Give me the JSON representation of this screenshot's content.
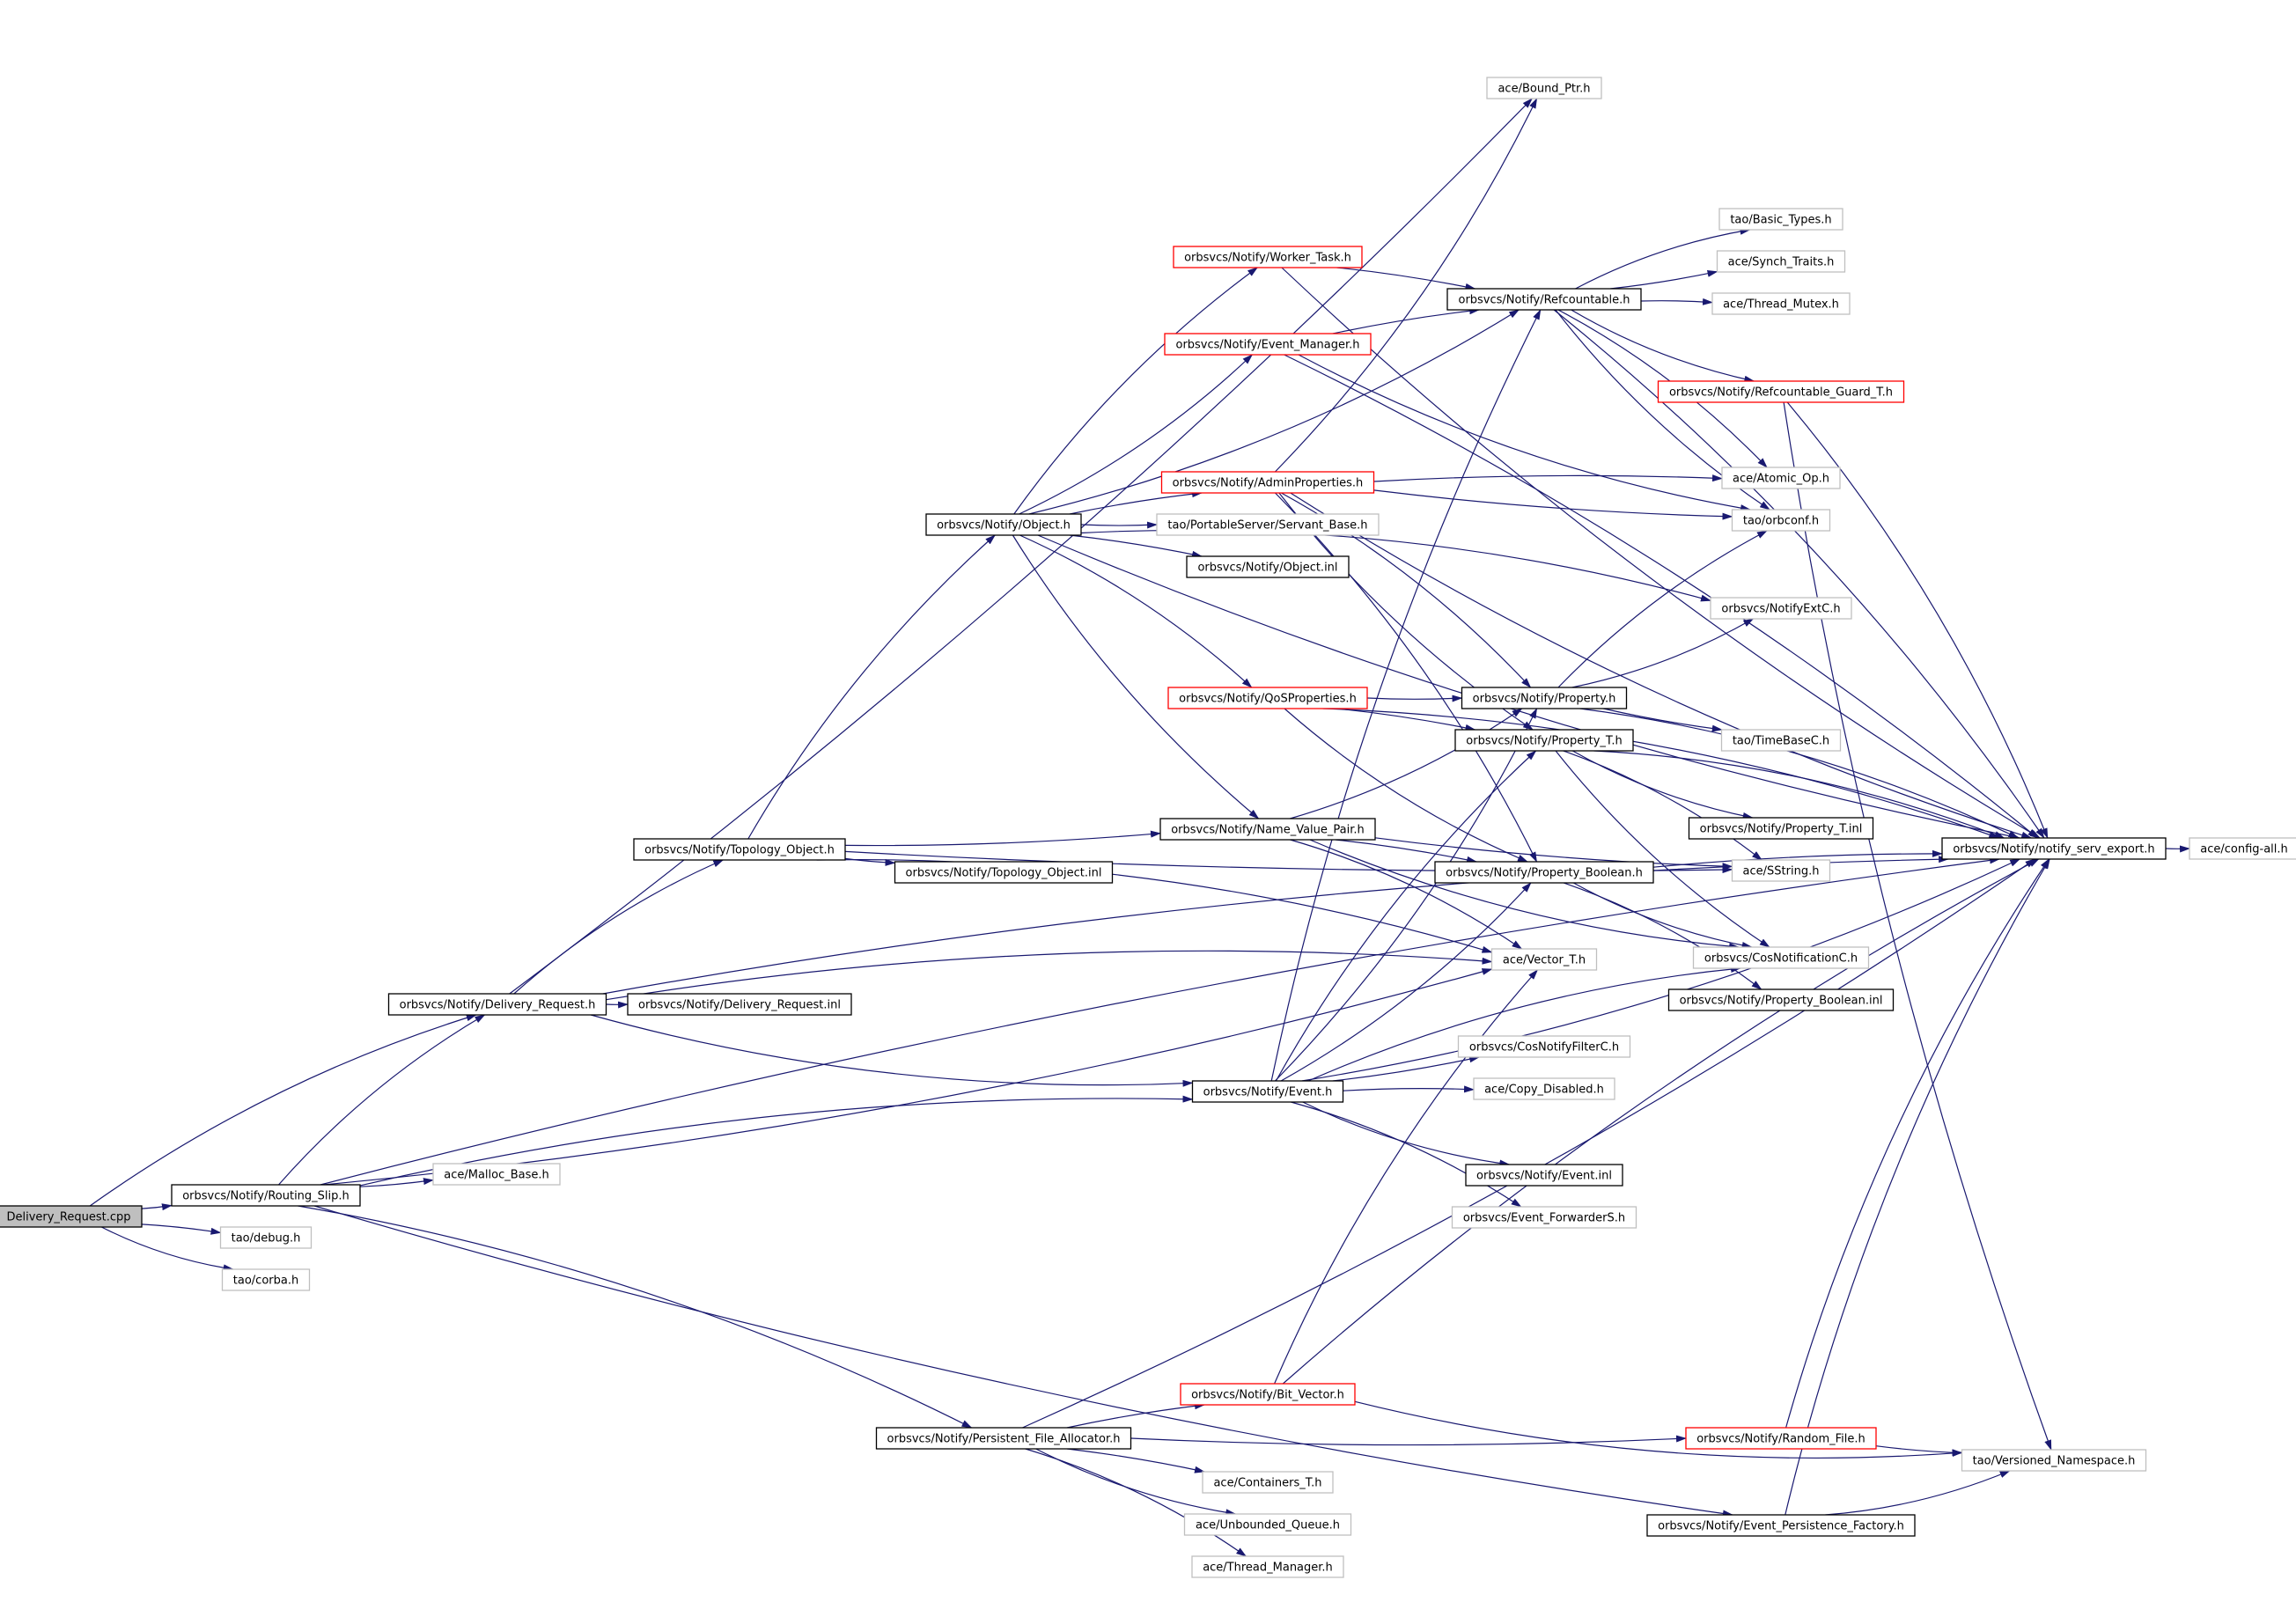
{
  "colors": {
    "edge": "#191970",
    "box_default": "#bfbfbf",
    "box_documented": "#000000",
    "box_truncated": "#ff0000",
    "root_fill": "#bfbfbf",
    "node_fill": "#ffffff",
    "text": "#000000"
  },
  "nodes": [
    {
      "id": "root",
      "label": "Delivery_Request.cpp",
      "style": "root"
    },
    {
      "id": "delivery_h",
      "label": "orbsvcs/Notify/Delivery_Request.h",
      "style": "documented"
    },
    {
      "id": "routing_slip",
      "label": "orbsvcs/Notify/Routing_Slip.h",
      "style": "documented"
    },
    {
      "id": "tao_debug",
      "label": "tao/debug.h",
      "style": "default"
    },
    {
      "id": "tao_corba",
      "label": "tao/corba.h",
      "style": "default"
    },
    {
      "id": "malloc_base",
      "label": "ace/Malloc_Base.h",
      "style": "default"
    },
    {
      "id": "delivery_inl",
      "label": "orbsvcs/Notify/Delivery_Request.inl",
      "style": "documented"
    },
    {
      "id": "topology_object",
      "label": "orbsvcs/Notify/Topology_Object.h",
      "style": "documented"
    },
    {
      "id": "topology_inl",
      "label": "orbsvcs/Notify/Topology_Object.inl",
      "style": "documented"
    },
    {
      "id": "object_h",
      "label": "orbsvcs/Notify/Object.h",
      "style": "documented"
    },
    {
      "id": "object_inl",
      "label": "orbsvcs/Notify/Object.inl",
      "style": "documented"
    },
    {
      "id": "servant_base",
      "label": "tao/PortableServer/Servant_Base.h",
      "style": "default"
    },
    {
      "id": "admin_props",
      "label": "orbsvcs/Notify/AdminProperties.h",
      "style": "truncated"
    },
    {
      "id": "event_manager",
      "label": "orbsvcs/Notify/Event_Manager.h",
      "style": "truncated"
    },
    {
      "id": "worker_task",
      "label": "orbsvcs/Notify/Worker_Task.h",
      "style": "truncated"
    },
    {
      "id": "bound_ptr",
      "label": "ace/Bound_Ptr.h",
      "style": "default"
    },
    {
      "id": "refcountable",
      "label": "orbsvcs/Notify/Refcountable.h",
      "style": "documented"
    },
    {
      "id": "basic_types",
      "label": "tao/Basic_Types.h",
      "style": "default"
    },
    {
      "id": "synch_traits",
      "label": "ace/Synch_Traits.h",
      "style": "default"
    },
    {
      "id": "thread_mutex",
      "label": "ace/Thread_Mutex.h",
      "style": "default"
    },
    {
      "id": "ref_guard",
      "label": "orbsvcs/Notify/Refcountable_Guard_T.h",
      "style": "truncated"
    },
    {
      "id": "atomic_op",
      "label": "ace/Atomic_Op.h",
      "style": "default"
    },
    {
      "id": "orbconf",
      "label": "tao/orbconf.h",
      "style": "default"
    },
    {
      "id": "notifyextc",
      "label": "orbsvcs/NotifyExtC.h",
      "style": "default"
    },
    {
      "id": "qos_props",
      "label": "orbsvcs/Notify/QoSProperties.h",
      "style": "truncated"
    },
    {
      "id": "property_h",
      "label": "orbsvcs/Notify/Property.h",
      "style": "documented"
    },
    {
      "id": "timebasec",
      "label": "tao/TimeBaseC.h",
      "style": "default"
    },
    {
      "id": "property_t",
      "label": "orbsvcs/Notify/Property_T.h",
      "style": "documented"
    },
    {
      "id": "property_t_inl",
      "label": "orbsvcs/Notify/Property_T.inl",
      "style": "documented"
    },
    {
      "id": "name_value_pair",
      "label": "orbsvcs/Notify/Name_Value_Pair.h",
      "style": "documented"
    },
    {
      "id": "sstring",
      "label": "ace/SString.h",
      "style": "default"
    },
    {
      "id": "property_boolean",
      "label": "orbsvcs/Notify/Property_Boolean.h",
      "style": "documented"
    },
    {
      "id": "notify_serv_export",
      "label": "orbsvcs/Notify/notify_serv_export.h",
      "style": "documented"
    },
    {
      "id": "config_all",
      "label": "ace/config-all.h",
      "style": "default"
    },
    {
      "id": "cosnotificationc",
      "label": "orbsvcs/CosNotificationC.h",
      "style": "default"
    },
    {
      "id": "vector_t",
      "label": "ace/Vector_T.h",
      "style": "default"
    },
    {
      "id": "property_boolean_inl",
      "label": "orbsvcs/Notify/Property_Boolean.inl",
      "style": "documented"
    },
    {
      "id": "event_h",
      "label": "orbsvcs/Notify/Event.h",
      "style": "documented"
    },
    {
      "id": "cosnotifyfilterc",
      "label": "orbsvcs/CosNotifyFilterC.h",
      "style": "default"
    },
    {
      "id": "copy_disabled",
      "label": "ace/Copy_Disabled.h",
      "style": "default"
    },
    {
      "id": "event_inl",
      "label": "orbsvcs/Notify/Event.inl",
      "style": "documented"
    },
    {
      "id": "event_forwarders",
      "label": "orbsvcs/Event_ForwarderS.h",
      "style": "default"
    },
    {
      "id": "persistent_alloc",
      "label": "orbsvcs/Notify/Persistent_File_Allocator.h",
      "style": "documented"
    },
    {
      "id": "bit_vector",
      "label": "orbsvcs/Notify/Bit_Vector.h",
      "style": "truncated"
    },
    {
      "id": "random_file",
      "label": "orbsvcs/Notify/Random_File.h",
      "style": "truncated"
    },
    {
      "id": "versioned_ns",
      "label": "tao/Versioned_Namespace.h",
      "style": "default"
    },
    {
      "id": "containers_t",
      "label": "ace/Containers_T.h",
      "style": "default"
    },
    {
      "id": "unbounded_queue",
      "label": "ace/Unbounded_Queue.h",
      "style": "default"
    },
    {
      "id": "thread_manager",
      "label": "ace/Thread_Manager.h",
      "style": "default"
    },
    {
      "id": "event_persistence",
      "label": "orbsvcs/Notify/Event_Persistence_Factory.h",
      "style": "documented"
    }
  ],
  "edges": [
    [
      "root",
      "delivery_h"
    ],
    [
      "root",
      "routing_slip"
    ],
    [
      "root",
      "tao_debug"
    ],
    [
      "root",
      "tao_corba"
    ],
    [
      "routing_slip",
      "delivery_h"
    ],
    [
      "routing_slip",
      "malloc_base"
    ],
    [
      "routing_slip",
      "event_h"
    ],
    [
      "routing_slip",
      "vector_t"
    ],
    [
      "routing_slip",
      "persistent_alloc"
    ],
    [
      "routing_slip",
      "event_persistence"
    ],
    [
      "routing_slip",
      "notify_serv_export"
    ],
    [
      "delivery_h",
      "delivery_inl"
    ],
    [
      "delivery_h",
      "topology_object"
    ],
    [
      "delivery_h",
      "event_h"
    ],
    [
      "delivery_h",
      "vector_t"
    ],
    [
      "delivery_h",
      "bound_ptr"
    ],
    [
      "delivery_h",
      "notify_serv_export"
    ],
    [
      "topology_object",
      "topology_inl"
    ],
    [
      "topology_object",
      "object_h"
    ],
    [
      "topology_object",
      "name_value_pair"
    ],
    [
      "topology_object",
      "vector_t"
    ],
    [
      "topology_object",
      "sstring"
    ],
    [
      "object_h",
      "object_inl"
    ],
    [
      "object_h",
      "servant_base"
    ],
    [
      "object_h",
      "admin_props"
    ],
    [
      "object_h",
      "event_manager"
    ],
    [
      "object_h",
      "worker_task"
    ],
    [
      "object_h",
      "refcountable"
    ],
    [
      "object_h",
      "qos_props"
    ],
    [
      "object_h",
      "name_value_pair"
    ],
    [
      "object_h",
      "notifyextc"
    ],
    [
      "object_h",
      "notify_serv_export"
    ],
    [
      "worker_task",
      "refcountable"
    ],
    [
      "worker_task",
      "notify_serv_export"
    ],
    [
      "event_manager",
      "refcountable"
    ],
    [
      "event_manager",
      "orbconf"
    ],
    [
      "event_manager",
      "notify_serv_export"
    ],
    [
      "admin_props",
      "bound_ptr"
    ],
    [
      "admin_props",
      "atomic_op"
    ],
    [
      "admin_props",
      "orbconf"
    ],
    [
      "admin_props",
      "property_h"
    ],
    [
      "admin_props",
      "property_t"
    ],
    [
      "admin_props",
      "property_boolean"
    ],
    [
      "admin_props",
      "notify_serv_export"
    ],
    [
      "refcountable",
      "basic_types"
    ],
    [
      "refcountable",
      "synch_traits"
    ],
    [
      "refcountable",
      "thread_mutex"
    ],
    [
      "refcountable",
      "ref_guard"
    ],
    [
      "refcountable",
      "atomic_op"
    ],
    [
      "refcountable",
      "orbconf"
    ],
    [
      "refcountable",
      "notify_serv_export"
    ],
    [
      "ref_guard",
      "versioned_ns"
    ],
    [
      "ref_guard",
      "notify_serv_export"
    ],
    [
      "qos_props",
      "property_h"
    ],
    [
      "qos_props",
      "property_t"
    ],
    [
      "qos_props",
      "property_boolean"
    ],
    [
      "qos_props",
      "notify_serv_export"
    ],
    [
      "property_h",
      "notifyextc"
    ],
    [
      "property_h",
      "orbconf"
    ],
    [
      "property_h",
      "timebasec"
    ],
    [
      "property_h",
      "notify_serv_export"
    ],
    [
      "property_t",
      "property_t_inl"
    ],
    [
      "property_t",
      "sstring"
    ],
    [
      "property_t",
      "cosnotificationc"
    ],
    [
      "property_t",
      "notify_serv_export"
    ],
    [
      "name_value_pair",
      "property_h"
    ],
    [
      "name_value_pair",
      "property_boolean"
    ],
    [
      "name_value_pair",
      "sstring"
    ],
    [
      "name_value_pair",
      "vector_t"
    ],
    [
      "name_value_pair",
      "cosnotificationc"
    ],
    [
      "property_boolean",
      "property_boolean_inl"
    ],
    [
      "property_boolean",
      "cosnotificationc"
    ],
    [
      "property_boolean",
      "notify_serv_export"
    ],
    [
      "notify_serv_export",
      "config_all"
    ],
    [
      "event_h",
      "refcountable"
    ],
    [
      "event_h",
      "property_h"
    ],
    [
      "event_h",
      "property_t"
    ],
    [
      "event_h",
      "property_boolean"
    ],
    [
      "event_h",
      "cosnotificationc"
    ],
    [
      "event_h",
      "cosnotifyfilterc"
    ],
    [
      "event_h",
      "copy_disabled"
    ],
    [
      "event_h",
      "event_inl"
    ],
    [
      "event_h",
      "event_forwarders"
    ],
    [
      "event_h",
      "notify_serv_export"
    ],
    [
      "persistent_alloc",
      "bit_vector"
    ],
    [
      "persistent_alloc",
      "random_file"
    ],
    [
      "persistent_alloc",
      "containers_t"
    ],
    [
      "persistent_alloc",
      "unbounded_queue"
    ],
    [
      "persistent_alloc",
      "thread_manager"
    ],
    [
      "persistent_alloc",
      "notify_serv_export"
    ],
    [
      "bit_vector",
      "vector_t"
    ],
    [
      "bit_vector",
      "versioned_ns"
    ],
    [
      "bit_vector",
      "notify_serv_export"
    ],
    [
      "random_file",
      "versioned_ns"
    ],
    [
      "random_file",
      "notify_serv_export"
    ],
    [
      "event_persistence",
      "versioned_ns"
    ],
    [
      "event_persistence",
      "notify_serv_export"
    ]
  ]
}
